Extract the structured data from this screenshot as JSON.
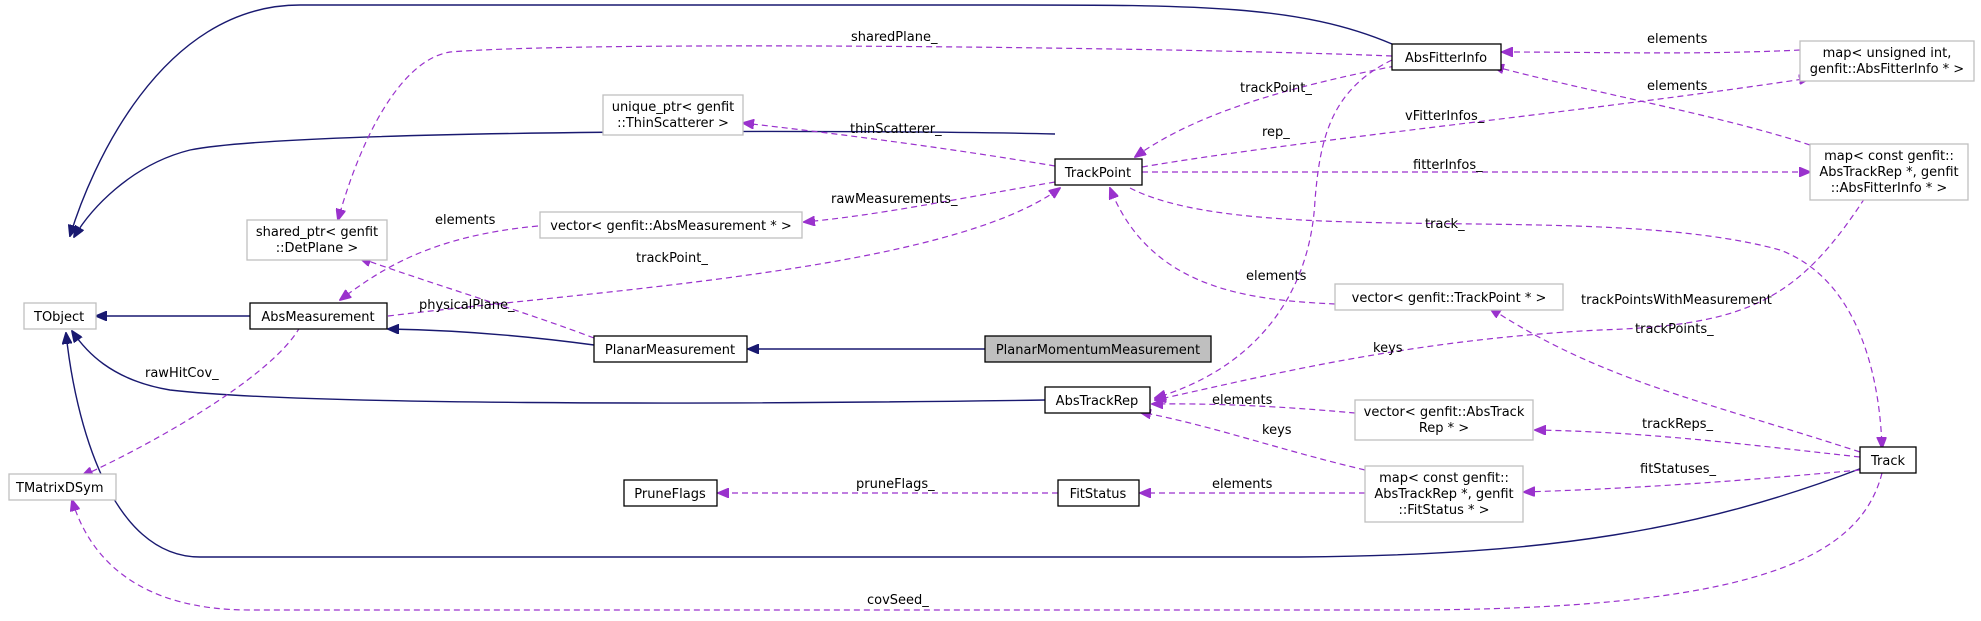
{
  "nodes": {
    "TObject": [
      "TObject"
    ],
    "TMatrixDSym": [
      "TMatrixDSym"
    ],
    "AbsMeasurement": [
      "AbsMeasurement"
    ],
    "PlanarMeasurement": [
      "PlanarMeasurement"
    ],
    "PlanarMomentumMeasurement": [
      "PlanarMomentumMeasurement"
    ],
    "AbsFitterInfo": [
      "AbsFitterInfo"
    ],
    "TrackPoint": [
      "TrackPoint"
    ],
    "AbsTrackRep": [
      "AbsTrackRep"
    ],
    "Track": [
      "Track"
    ],
    "FitStatus": [
      "FitStatus"
    ],
    "PruneFlags": [
      "PruneFlags"
    ],
    "SharedPtrDetPlane": [
      "shared_ptr< genfit",
      "::DetPlane >"
    ],
    "UniquePtrThinScatterer": [
      "unique_ptr< genfit",
      "::ThinScatterer >"
    ],
    "VectorAbsMeasurement": [
      "vector< genfit::AbsMeasurement * >"
    ],
    "VectorTrackPoint": [
      "vector< genfit::TrackPoint * >"
    ],
    "VectorAbsTrackRep": [
      "vector< genfit::AbsTrack",
      "Rep * >"
    ],
    "MapUintFitterInfo": [
      "map< unsigned int,",
      "genfit::AbsFitterInfo * >"
    ],
    "MapRepFitterInfo": [
      "map< const genfit::",
      "AbsTrackRep *, genfit",
      "::AbsFitterInfo * >"
    ],
    "MapRepFitStatus": [
      "map< const genfit::",
      "AbsTrackRep *, genfit",
      "::FitStatus * >"
    ]
  },
  "edge_labels": {
    "sharedPlane": "sharedPlane_",
    "elements_fi": "elements",
    "elements_fi2": "elements",
    "trackPoint_fi": "trackPoint_",
    "rep": "rep_",
    "thinScatterer": "thinScatterer_",
    "vFitterInfos": "vFitterInfos_",
    "fitterInfos": "fitterInfos_",
    "elements_vam": "elements",
    "rawMeasurements": "rawMeasurements_",
    "trackPoint_am": "trackPoint_",
    "physicalPlane": "physicalPlane_",
    "track": "track_",
    "elements_vtp": "elements",
    "trackPointsWithMeasurement": "trackPointsWithMeasurement",
    "trackPoints": "trackPoints_",
    "keys_map1": "keys",
    "elements_vtr": "elements",
    "trackReps": "trackReps_",
    "keys_map2": "keys",
    "fitStatuses": "fitStatuses_",
    "elements_fs": "elements",
    "pruneFlags": "pruneFlags_",
    "rawHitCov": "rawHitCov_",
    "covSeed": "covSeed_"
  },
  "colors": {
    "inheritance": "#191970",
    "usage": "#9a32cd",
    "focus_fill": "#bfbfbf",
    "grey_border": "#bfbfbf"
  }
}
